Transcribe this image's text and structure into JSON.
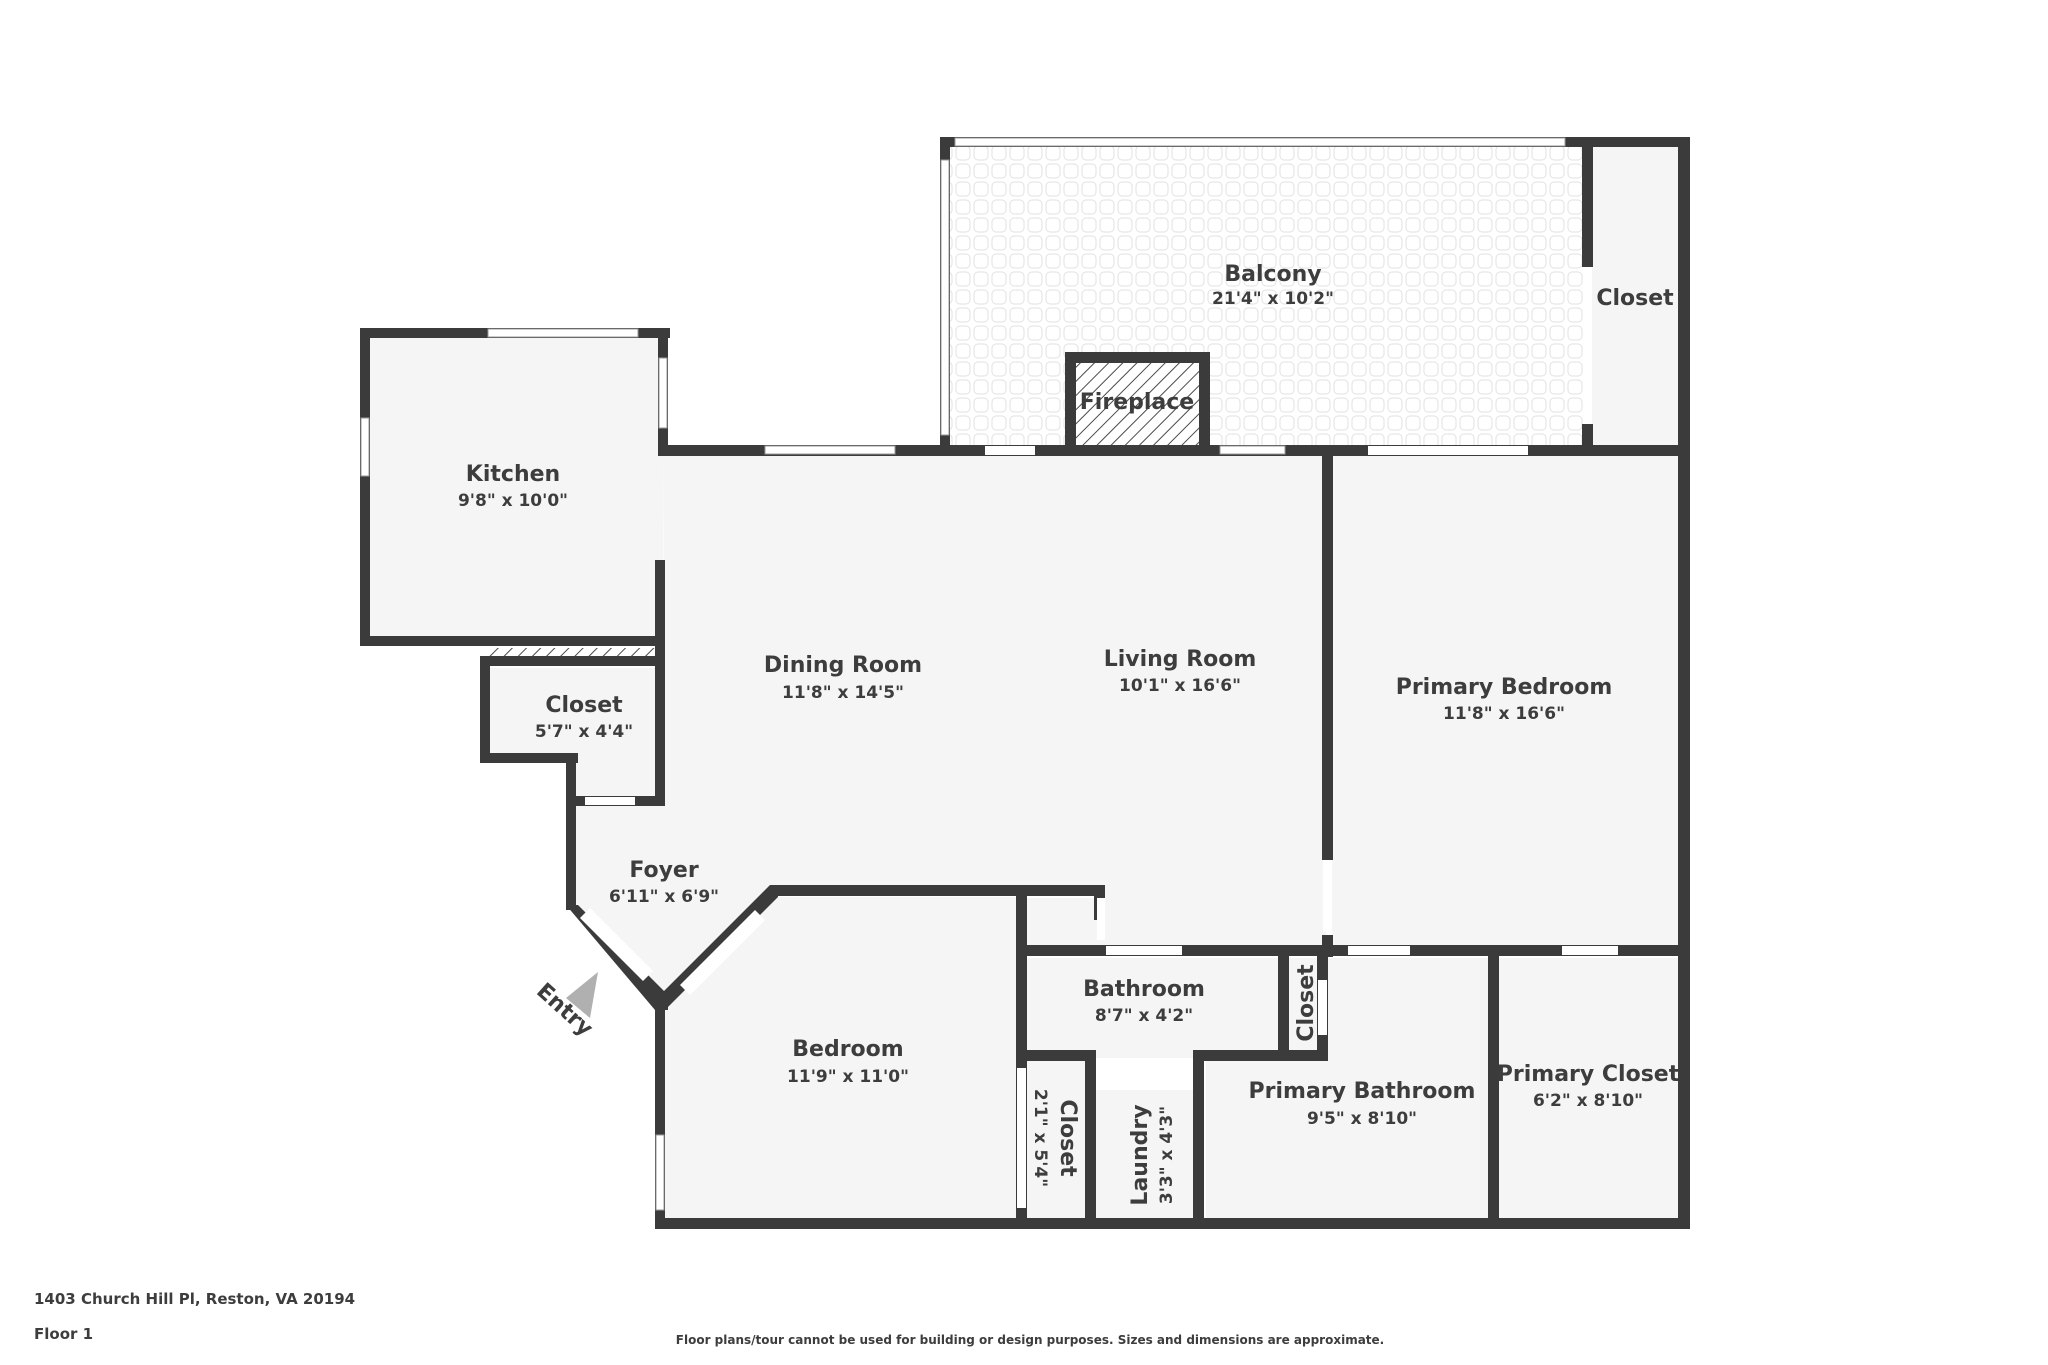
{
  "plan": {
    "address": "1403 Church Hill Pl, Reston, VA 20194",
    "floor_label": "Floor 1",
    "disclaimer": "Floor plans/tour cannot be used for building or design purposes. Sizes and dimensions are approximate.",
    "entry_label": "Entry",
    "colors": {
      "wall": "#3b3b3b",
      "floor": "#f5f5f5",
      "text": "#3d3d3d",
      "entry_arrow": "#b0b0b0"
    }
  },
  "rooms": {
    "balcony": {
      "name": "Balcony",
      "dims": "21'4\" x 10'2\""
    },
    "balcony_closet": {
      "name": "Closet"
    },
    "fireplace": {
      "name": "Fireplace"
    },
    "kitchen": {
      "name": "Kitchen",
      "dims": "9'8\" x 10'0\""
    },
    "dining_room": {
      "name": "Dining Room",
      "dims": "11'8\" x 14'5\""
    },
    "living_room": {
      "name": "Living Room",
      "dims": "10'1\" x 16'6\""
    },
    "primary_bedroom": {
      "name": "Primary Bedroom",
      "dims": "11'8\" x 16'6\""
    },
    "foyer_closet": {
      "name": "Closet",
      "dims": "5'7\" x 4'4\""
    },
    "foyer": {
      "name": "Foyer",
      "dims": "6'11\" x 6'9\""
    },
    "bedroom": {
      "name": "Bedroom",
      "dims": "11'9\" x 11'0\""
    },
    "bathroom": {
      "name": "Bathroom",
      "dims": "8'7\" x 4'2\""
    },
    "hall_closet": {
      "name": "Closet"
    },
    "bedroom_closet": {
      "name": "Closet",
      "dims": "2'1\" x 5'4\""
    },
    "laundry": {
      "name": "Laundry",
      "dims": "3'3\" x 4'3\""
    },
    "primary_bathroom": {
      "name": "Primary Bathroom",
      "dims": "9'5\" x 8'10\""
    },
    "primary_closet": {
      "name": "Primary Closet",
      "dims": "6'2\" x 8'10\""
    }
  }
}
